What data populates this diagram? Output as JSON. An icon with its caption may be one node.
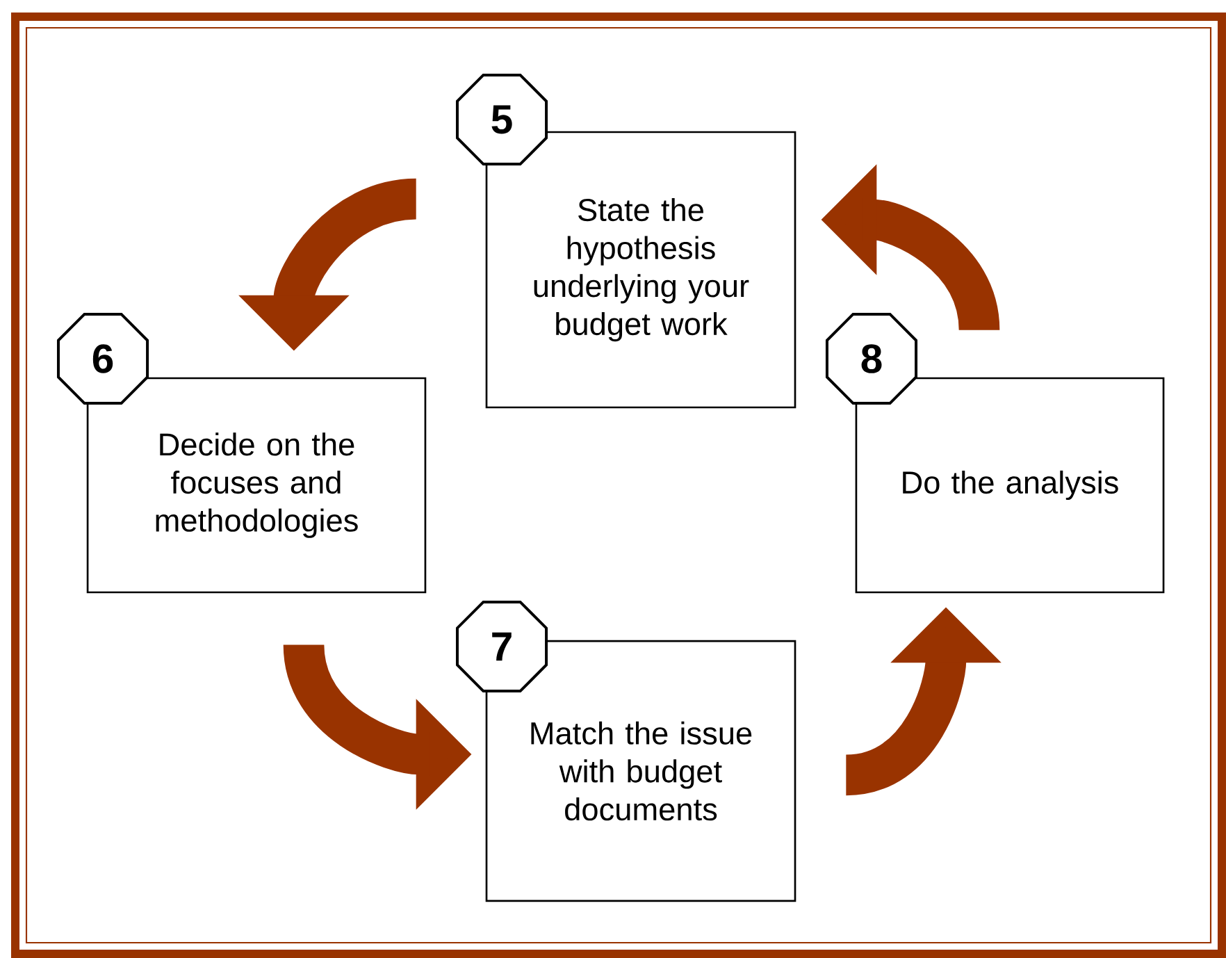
{
  "diagram": {
    "nodes": [
      {
        "text": [
          "5"
        ]
      },
      {
        "text": [
          "State the hypothesis underlying your budget work"
        ]
      },
      {
        "text": [
          "6"
        ]
      },
      {
        "text": [
          "Decide on the focuses and methodologies"
        ]
      },
      {
        "text": [
          "8"
        ]
      },
      {
        "text": [
          "Do the analysis"
        ]
      },
      {
        "text": [
          "7"
        ]
      },
      {
        "text": [
          "Match the issue with budget documents"
        ]
      }
    ],
    "edges": [
      {
        "from": 1,
        "to": 3,
        "arrow": "to"
      },
      {
        "from": 3,
        "to": 7,
        "arrow": "to"
      },
      {
        "from": 7,
        "to": 5,
        "arrow": "to"
      },
      {
        "from": 5,
        "to": 1,
        "arrow": "to"
      }
    ]
  }
}
